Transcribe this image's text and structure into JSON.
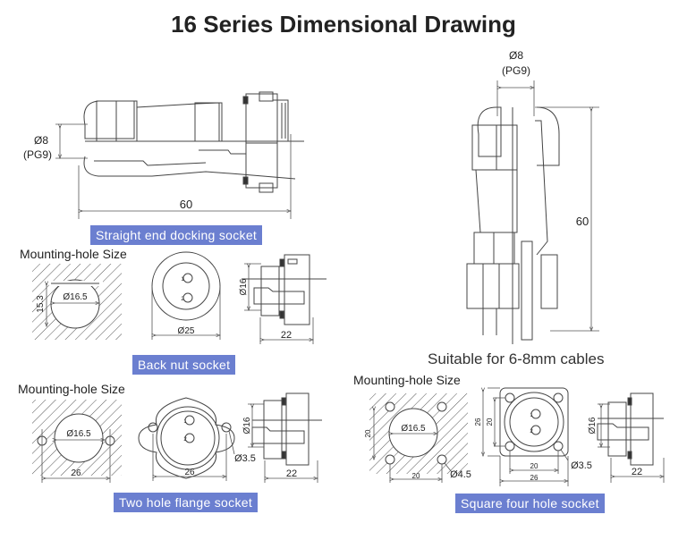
{
  "title": "16 Series Dimensional Drawing",
  "straight_end": {
    "label": "Straight end docking socket",
    "cable_dia": "Ø8",
    "cable_gland": "(PG9)",
    "length": "60"
  },
  "vertical_view": {
    "cable_dia": "Ø8",
    "cable_gland": "(PG9)",
    "length": "60",
    "note": "Suitable for 6-8mm cables"
  },
  "back_nut": {
    "label": "Back nut socket",
    "mounting_hole_title": "Mounting-hole Size",
    "hole_dia": "Ø16.5",
    "hole_flat": "15.3",
    "body_dia": "Ø25",
    "thread_dia": "Ø16",
    "depth": "22",
    "pins": [
      "1",
      "2"
    ]
  },
  "two_hole_flange": {
    "label": "Two hole flange socket",
    "mounting_hole_title": "Mounting-hole Size",
    "hole_dia": "Ø16.5",
    "hole_spacing": "26",
    "flange_spacing": "26",
    "screw_hole": "Ø3.5",
    "thread_dia": "Ø16",
    "depth": "22",
    "pins": [
      "1",
      "2"
    ]
  },
  "square_four_hole": {
    "label": "Square four hole socket",
    "mounting_hole_title": "Mounting-hole Size",
    "hole_dia": "Ø16.5",
    "hole_spacing_v": "20",
    "hole_spacing_h": "20",
    "screw_hole_mount": "Ø4.5",
    "flange_outer_v": "26",
    "flange_inner_v": "20",
    "flange_inner_h": "20",
    "flange_outer_h": "26",
    "screw_hole": "Ø3.5",
    "thread_dia": "Ø16",
    "depth": "22",
    "pins": [
      "1",
      "2"
    ]
  }
}
